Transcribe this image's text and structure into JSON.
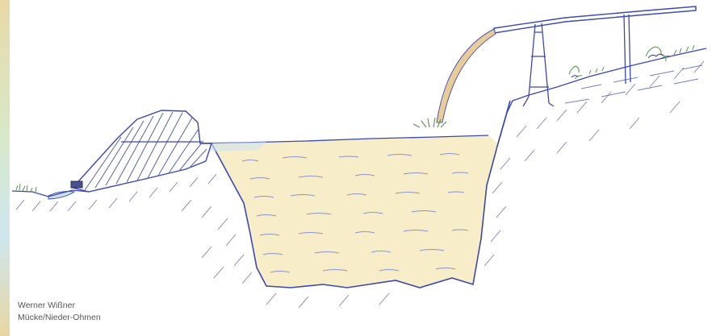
{
  "credit": {
    "author": "Werner Wißner",
    "location": "Mücke/Nieder-Ohmen"
  },
  "colors": {
    "outline": "#3a48b0",
    "water_fill": "#f8edc9",
    "water_lines": "#6f7fd0",
    "hatch": "#5c62a0",
    "pipe_flow": "#e7c78d",
    "surface_water": "#cfe4f0",
    "vegetation": "#5a8f4a"
  },
  "icons": {
    "left_strip": "decorative-border-strip"
  }
}
